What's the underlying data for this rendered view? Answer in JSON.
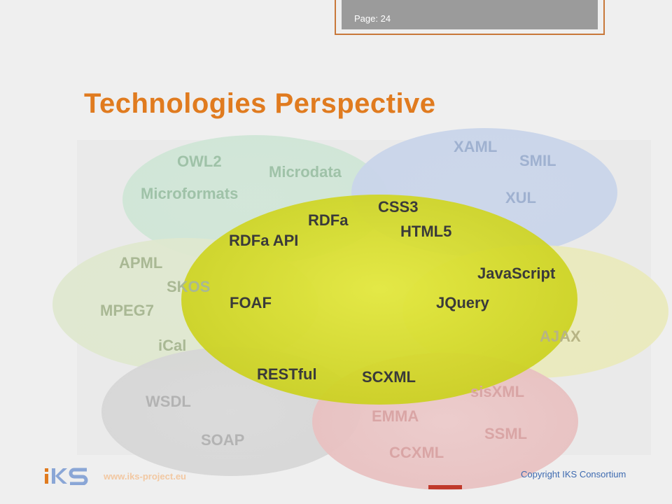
{
  "header": {
    "page_label": "Page:",
    "page_number": "24"
  },
  "title": "Technologies Perspective",
  "bubbles": {
    "semantic": [
      "OWL2",
      "Microdata",
      "Microformats"
    ],
    "presentation": [
      "XAML",
      "SMIL",
      "XUL"
    ],
    "profiles": [
      "APML",
      "SKOS",
      "MPEG7",
      "iCal"
    ],
    "scripting": [
      "AJAX"
    ],
    "services": [
      "WSDL",
      "SOAP"
    ],
    "multimodal": [
      "sisXML",
      "EMMA",
      "SSML",
      "CCXML"
    ],
    "core": [
      "CSS3",
      "RDFa",
      "HTML5",
      "RDFa API",
      "JavaScript",
      "FOAF",
      "JQuery",
      "RESTful",
      "SCXML"
    ]
  },
  "footer": {
    "url": "www.iks-project.eu",
    "copyright": "Copyright IKS Consortium"
  },
  "colors": {
    "title": "#e07b1f",
    "core_ellipse": "#d8de2a",
    "green_ellipse": "#cfe6d6",
    "blue_ellipse": "#c9d5ea",
    "khaki_ellipse": "#e8e9b8",
    "grey_ellipse": "#d6d6d6",
    "red_ellipse": "#ebc6c6"
  }
}
